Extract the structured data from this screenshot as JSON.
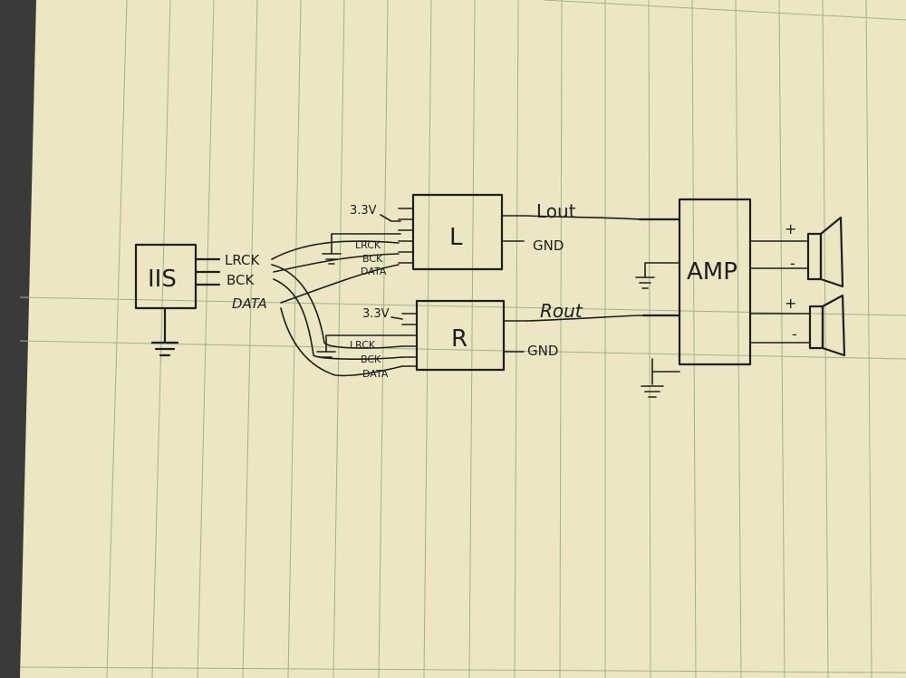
{
  "diagram": {
    "blocks": {
      "iis": "IIS",
      "left_dac": "L",
      "right_dac": "R",
      "amp": "AMP"
    },
    "iis_pins": [
      "LRCK",
      "BCK",
      "DATA"
    ],
    "left_dac_pins": {
      "power": "3.3V",
      "inputs": [
        "LRCK",
        "BCK",
        "DATA"
      ],
      "out": "Lout",
      "gnd": "GND"
    },
    "right_dac_pins": {
      "power": "3.3V",
      "inputs": [
        "LRCK",
        "BCK",
        "DATA"
      ],
      "out": "Rout",
      "gnd": "GND"
    },
    "speaker_marks": {
      "top_plus": "+",
      "top_minus": "-",
      "bottom_plus": "+",
      "bottom_minus": "-"
    }
  },
  "colors": {
    "paper": "#ece6c2",
    "ink": "#1d1d22",
    "rule_lines": "#9fb48a",
    "background_fabric": "#3a3a3a"
  }
}
